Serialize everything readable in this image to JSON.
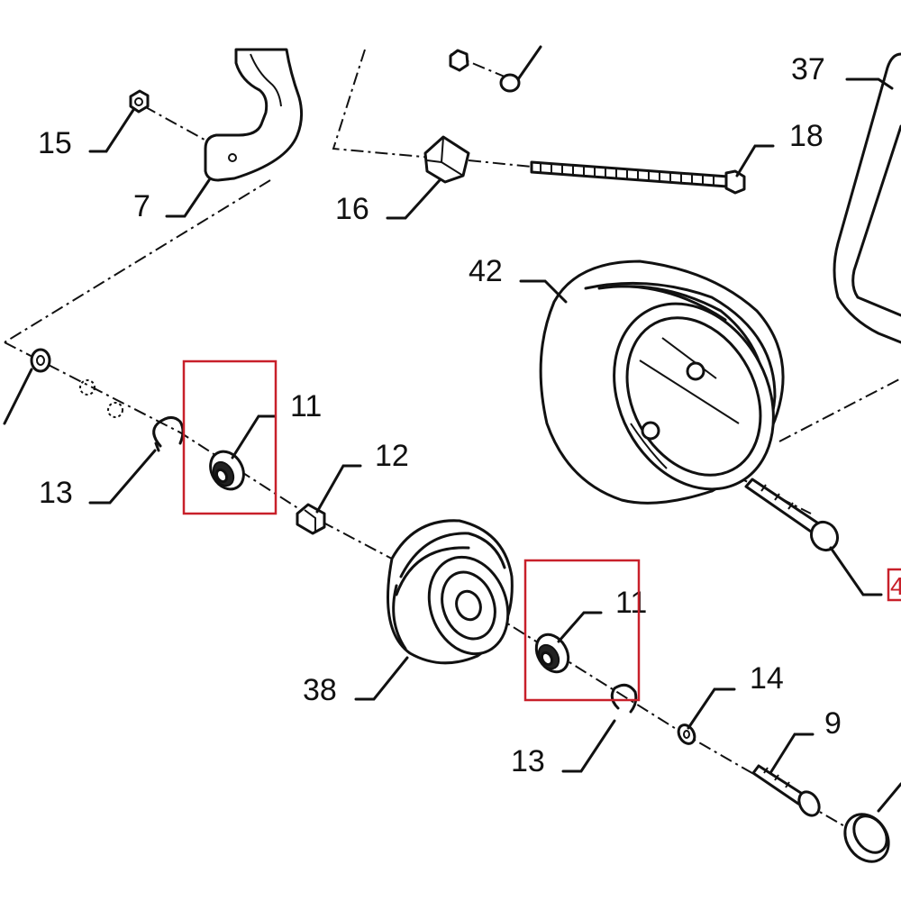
{
  "callouts": {
    "c15": "15",
    "c7": "7",
    "c16": "16",
    "c18": "18",
    "c37": "37",
    "c42": "42",
    "c13_top": "13",
    "c11_top": "11",
    "c12": "12",
    "c38": "38",
    "c11_bottom": "11",
    "c13_bottom": "13",
    "c14": "14",
    "c9": "9",
    "c4_partial": "4"
  },
  "highlight_color": "#c8202a"
}
